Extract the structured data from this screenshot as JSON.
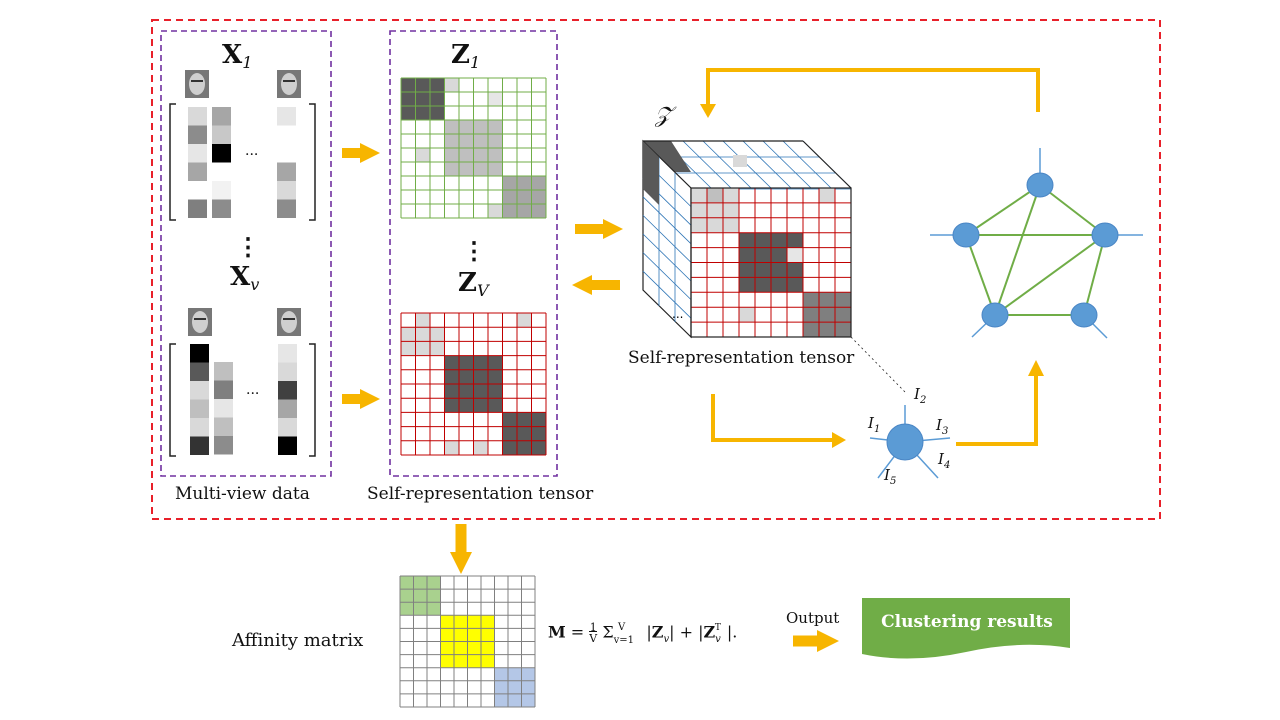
{
  "views": {
    "x1": {
      "sym": "X",
      "sub": "1"
    },
    "xv": {
      "sym": "X",
      "sub": "v"
    },
    "z1": {
      "sym": "Z",
      "sub": "1"
    },
    "zv": {
      "sym": "Z",
      "sub": "V"
    },
    "dots": "⋮",
    "hdots": "...",
    "ddots": "⋱"
  },
  "labels": {
    "multi_view": "Multi-view data",
    "self_rep_left": "Self-representation tensor",
    "self_rep_right": "Self-representation tensor",
    "tensor_symbol": "𝒵",
    "affinity": "Affinity matrix",
    "output": "Output",
    "clustering": "Clustering  results",
    "formula": "M = 1/V Σ_{v=1}^{V} |Z_v| + |Z_v^T|"
  },
  "node_labels": [
    "I1",
    "I2",
    "I3",
    "I4",
    "I5"
  ],
  "colors": {
    "dashed_red": "#e8202a",
    "dashed_purple": "#7030a0",
    "arrow_yellow": "#f7b500",
    "green_grid": "#70ad47",
    "red_grid": "#c00000",
    "blue_grid": "#2e75b6",
    "node_blue": "#5b9bd5",
    "edge_green": "#70ad47",
    "cluster_green": "#70ad47",
    "highlight_yellow": "#ffff00",
    "highlight_green": "#a9d18e",
    "highlight_blue": "#b4c7e7"
  }
}
